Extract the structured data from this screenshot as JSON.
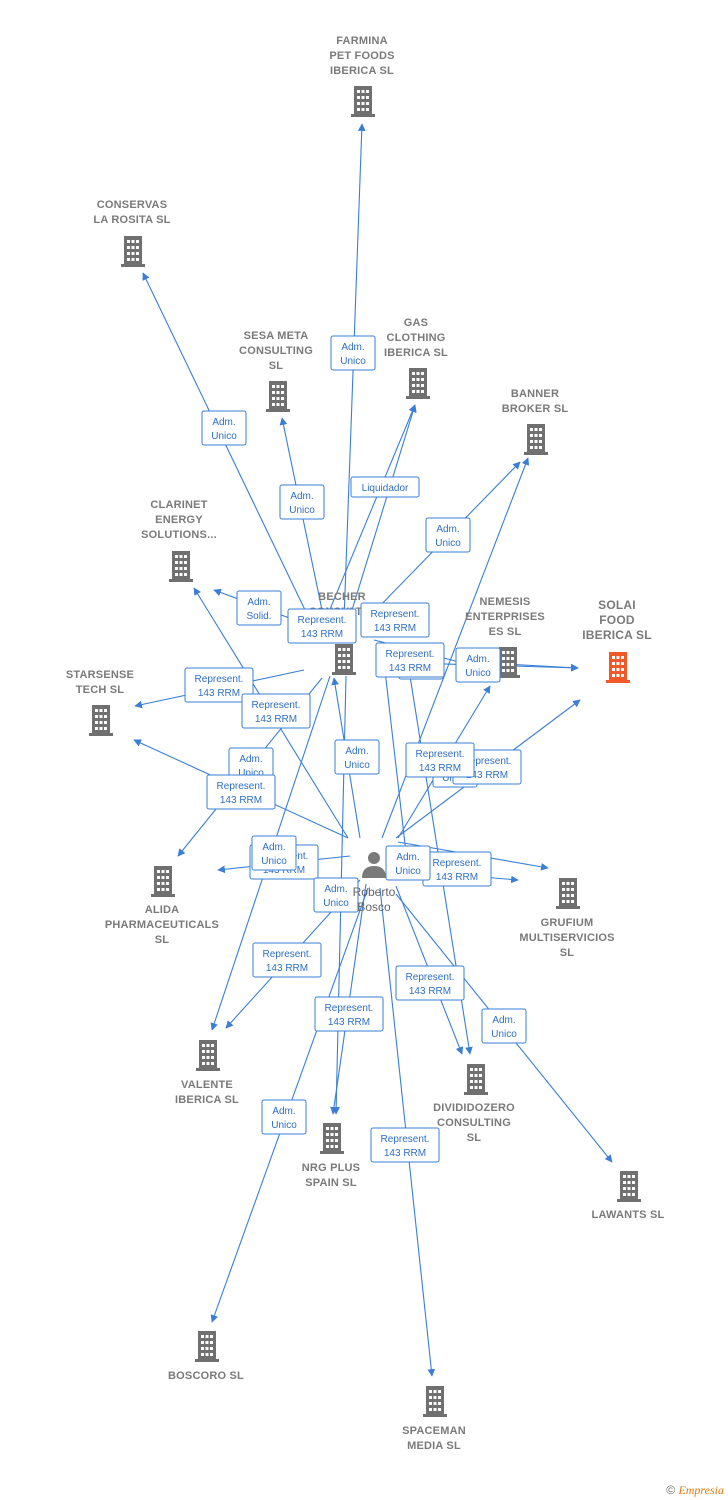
{
  "colors": {
    "edge": "#3a7fd5",
    "building": "#707070",
    "building_highlight": "#f05a28",
    "label": "#7a7a7a"
  },
  "person": {
    "name": "Roberto Bosco",
    "lines": [
      "Roberto",
      "Bosco"
    ],
    "icon": "person-icon"
  },
  "companies": [
    {
      "id": "farmina",
      "lines": [
        "FARMINA",
        "PET FOODS",
        "IBERICA SL"
      ]
    },
    {
      "id": "conservas",
      "lines": [
        "CONSERVAS",
        "LA ROSITA  SL"
      ]
    },
    {
      "id": "sesa",
      "lines": [
        "SESA META",
        "CONSULTING",
        "SL"
      ]
    },
    {
      "id": "gas",
      "lines": [
        "GAS",
        "CLOTHING",
        "IBERICA SL"
      ]
    },
    {
      "id": "banner",
      "lines": [
        "BANNER",
        "BROKER  SL"
      ]
    },
    {
      "id": "clarinet",
      "lines": [
        "CLARINET",
        "ENERGY",
        "SOLUTIONS..."
      ]
    },
    {
      "id": "becher",
      "lines": [
        "BECHER",
        "CONSULTI..."
      ]
    },
    {
      "id": "nemesis",
      "lines": [
        "NEMESIS",
        "ENTERPRISES",
        "ES  SL"
      ]
    },
    {
      "id": "solai",
      "lines": [
        "SOLAI",
        "FOOD",
        "IBERICA  SL"
      ],
      "highlight": true
    },
    {
      "id": "starsense",
      "lines": [
        "STARSENSE",
        "TECH  SL"
      ]
    },
    {
      "id": "alida",
      "lines": [
        "ALIDA",
        "PHARMACEUTICALS",
        "SL"
      ]
    },
    {
      "id": "grufium",
      "lines": [
        "GRUFIUM",
        "MULTISERVICIOS",
        "SL"
      ]
    },
    {
      "id": "valente",
      "lines": [
        "VALENTE",
        "IBERICA  SL"
      ]
    },
    {
      "id": "dividido",
      "lines": [
        "DIVIDIDOZERO",
        "CONSULTING",
        "SL"
      ]
    },
    {
      "id": "nrg",
      "lines": [
        "NRG PLUS",
        "SPAIN  SL"
      ]
    },
    {
      "id": "lawants",
      "lines": [
        "LAWANTS  SL"
      ]
    },
    {
      "id": "boscoro",
      "lines": [
        "BOSCORO  SL"
      ]
    },
    {
      "id": "spaceman",
      "lines": [
        "SPACEMAN",
        "MEDIA  SL"
      ]
    }
  ],
  "relations": [
    {
      "label": [
        "Adm.",
        "Unico"
      ]
    },
    {
      "label": [
        "Adm.",
        "Unico"
      ]
    },
    {
      "label": [
        "Adm.",
        "Unico"
      ]
    },
    {
      "label": [
        "Liquidador"
      ]
    },
    {
      "label": [
        "Adm.",
        "Unico"
      ]
    },
    {
      "label": [
        "Adm.",
        "Solid."
      ]
    },
    {
      "label": [
        "Represent.",
        "143 RRM"
      ]
    },
    {
      "label": [
        "Represent.",
        "143 RRM"
      ]
    },
    {
      "label": [
        "Represent.",
        "143 RRM"
      ]
    },
    {
      "label": [
        "Adm.",
        "Unico"
      ]
    },
    {
      "label": [
        "Adm.",
        "Unico"
      ]
    },
    {
      "label": [
        "Adm.",
        "Unico"
      ]
    },
    {
      "label": [
        "Represent.",
        "143 RRM"
      ]
    },
    {
      "label": [
        "Adm.",
        "Unico"
      ]
    },
    {
      "label": [
        "Represent.",
        "143 RRM"
      ]
    },
    {
      "label": [
        "Adm.",
        "Unico"
      ]
    },
    {
      "label": [
        "Represent.",
        "143 RRM"
      ]
    },
    {
      "label": [
        "Adm.",
        "Unico"
      ]
    },
    {
      "label": [
        "Represent.",
        "143 RRM"
      ]
    },
    {
      "label": [
        "Adm.",
        "Unico"
      ]
    },
    {
      "label": [
        "Represent.",
        "143 RRM"
      ]
    },
    {
      "label": [
        "Adm.",
        "Unico"
      ]
    },
    {
      "label": [
        "Represent.",
        "143 RRM"
      ]
    },
    {
      "label": [
        "Represent.",
        "143 RRM"
      ]
    },
    {
      "label": [
        "Represent.",
        "143 RRM"
      ]
    },
    {
      "label": [
        "Represent.",
        "143 RRM"
      ]
    },
    {
      "label": [
        "Adm.",
        "Unico"
      ]
    },
    {
      "label": [
        "Adm.",
        "Unico"
      ]
    },
    {
      "label": [
        "Represent.",
        "143 RRM"
      ]
    },
    {
      "label": [
        "Adm.",
        "Unico"
      ]
    },
    {
      "label": [
        "Represent.",
        "143 RRM"
      ]
    }
  ],
  "footer": {
    "copyright": "©",
    "brand": "Empresia"
  }
}
